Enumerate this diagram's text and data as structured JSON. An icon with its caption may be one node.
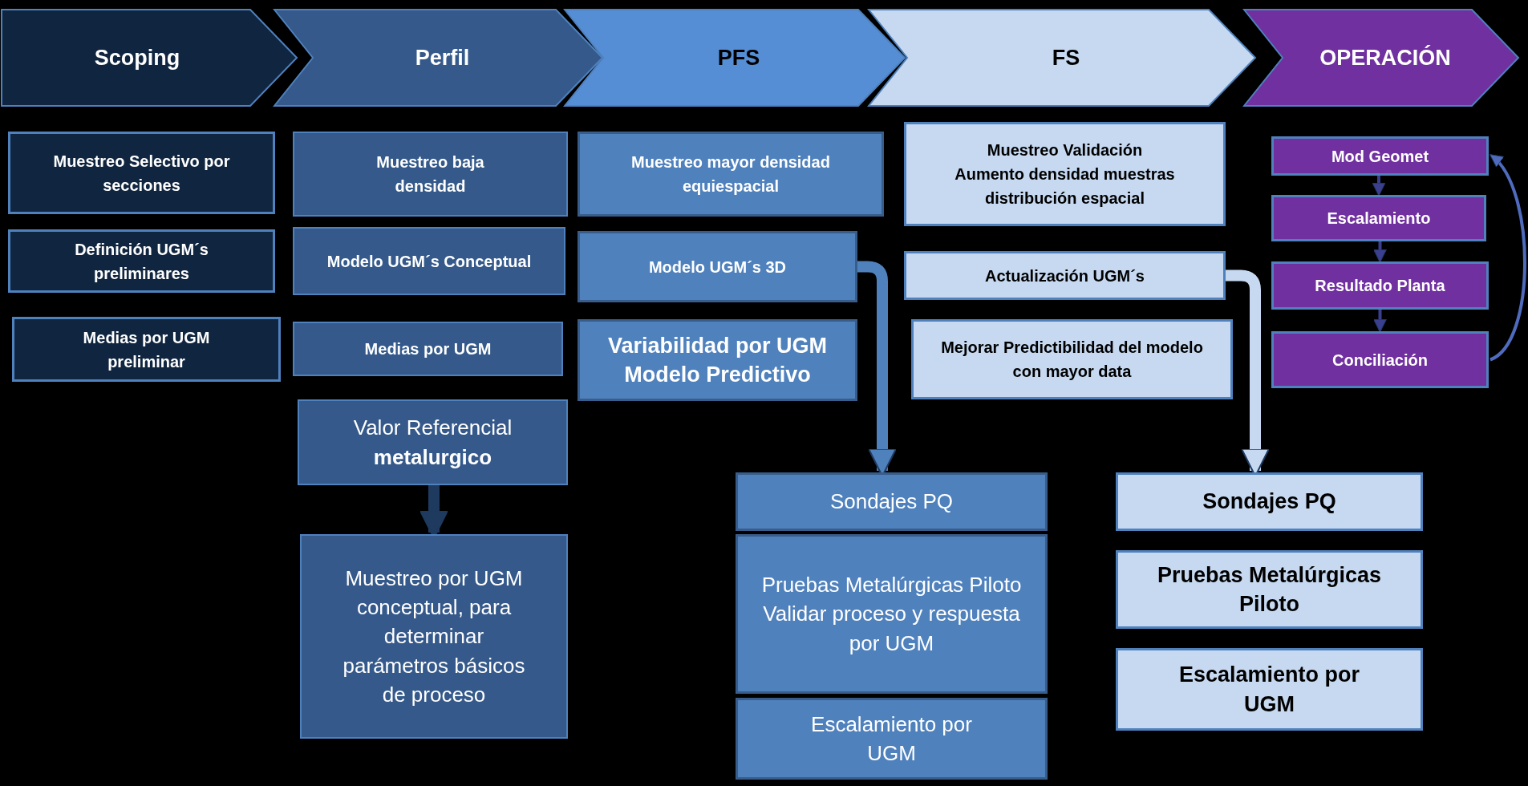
{
  "diagram": {
    "nodes": [
      {
        "text": [
          "Scoping"
        ]
      },
      {
        "text": [
          "Perfil"
        ]
      },
      {
        "text": [
          "PFS"
        ]
      },
      {
        "text": [
          "FS"
        ]
      },
      {
        "text": [
          "OPERACIÓN"
        ]
      },
      {
        "text": [
          "Muestreo  Selectivo por secciones"
        ]
      },
      {
        "text": [
          "Definición UGM´s preliminares"
        ]
      },
      {
        "text": [
          "Medias por UGM preliminar"
        ]
      },
      {
        "text": [
          "Muestreo  baja densidad"
        ]
      },
      {
        "text": [
          "Modelo UGM´s Conceptual"
        ]
      },
      {
        "text": [
          "Medias por UGM"
        ]
      },
      {
        "text": [
          "Valor Referencial **metalurgico**"
        ]
      },
      {
        "text": [
          "Muestreo por UGM conceptual, para determinar parámetros básicos de proceso"
        ]
      },
      {
        "text": [
          "Muestreo  mayor densidad equiespacial"
        ]
      },
      {
        "text": [
          "Modelo UGM´s  3D"
        ]
      },
      {
        "text": [
          "Variabilidad por UGM Modelo Predictivo"
        ]
      },
      {
        "text": [
          "Sondajes PQ"
        ]
      },
      {
        "text": [
          "Pruebas Metalúrgicas Piloto",
          "Validar proceso y respuesta por UGM"
        ]
      },
      {
        "text": [
          "Escalamiento por UGM"
        ]
      },
      {
        "text": [
          "Muestreo  Validación Aumento densidad muestras distribución espacial"
        ]
      },
      {
        "text": [
          "Actualización UGM´s"
        ]
      },
      {
        "text": [
          "Mejorar Predictibilidad del modelo con mayor data"
        ]
      },
      {
        "text": [
          "Sondajes PQ"
        ]
      },
      {
        "text": [
          "Pruebas Metalúrgicas Piloto"
        ]
      },
      {
        "text": [
          "Escalamiento por UGM"
        ]
      },
      {
        "text": [
          "Mod Geomet"
        ]
      },
      {
        "text": [
          "Escalamiento"
        ]
      },
      {
        "text": [
          "Resultado Planta"
        ]
      },
      {
        "text": [
          "Conciliación"
        ]
      }
    ],
    "edges": [
      {
        "from": 11,
        "to": 12,
        "arrow": "to",
        "style": "thick",
        "color": "#1f3a5f"
      },
      {
        "from": 14,
        "to": 16,
        "arrow": "to",
        "style": "thick",
        "color": "#4f81bd"
      },
      {
        "from": 20,
        "to": 22,
        "arrow": "to",
        "style": "thick",
        "color": "#c6d9f1"
      },
      {
        "from": 25,
        "to": 26,
        "arrow": "to",
        "color": "#3b3f8f"
      },
      {
        "from": 26,
        "to": 27,
        "arrow": "to",
        "color": "#3b3f8f"
      },
      {
        "from": 27,
        "to": 28,
        "arrow": "to",
        "color": "#3b3f8f"
      },
      {
        "from": 28,
        "to": 25,
        "arrow": "to",
        "color": "#4f6bbd"
      }
    ]
  }
}
